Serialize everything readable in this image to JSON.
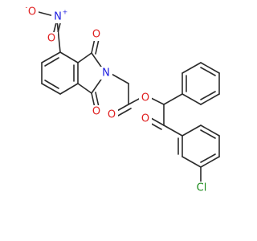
{
  "molecule": {
    "atoms": [
      {
        "label": "O",
        "charge": "-",
        "color": "#e02020"
      },
      {
        "label": "N",
        "charge": "+",
        "color": "#2020e0"
      },
      {
        "label": "O",
        "charge": "",
        "color": "#e02020"
      },
      {
        "label": "O",
        "charge": "",
        "color": "#e02020"
      },
      {
        "label": "N",
        "charge": "",
        "color": "#2020e0"
      },
      {
        "label": "O",
        "charge": "",
        "color": "#e02020"
      },
      {
        "label": "O",
        "charge": "",
        "color": "#e02020"
      },
      {
        "label": "O",
        "charge": "",
        "color": "#e02020"
      },
      {
        "label": "O",
        "charge": "",
        "color": "#e02020"
      },
      {
        "label": "Cl",
        "charge": "",
        "color": "#1a8a1a"
      }
    ]
  }
}
